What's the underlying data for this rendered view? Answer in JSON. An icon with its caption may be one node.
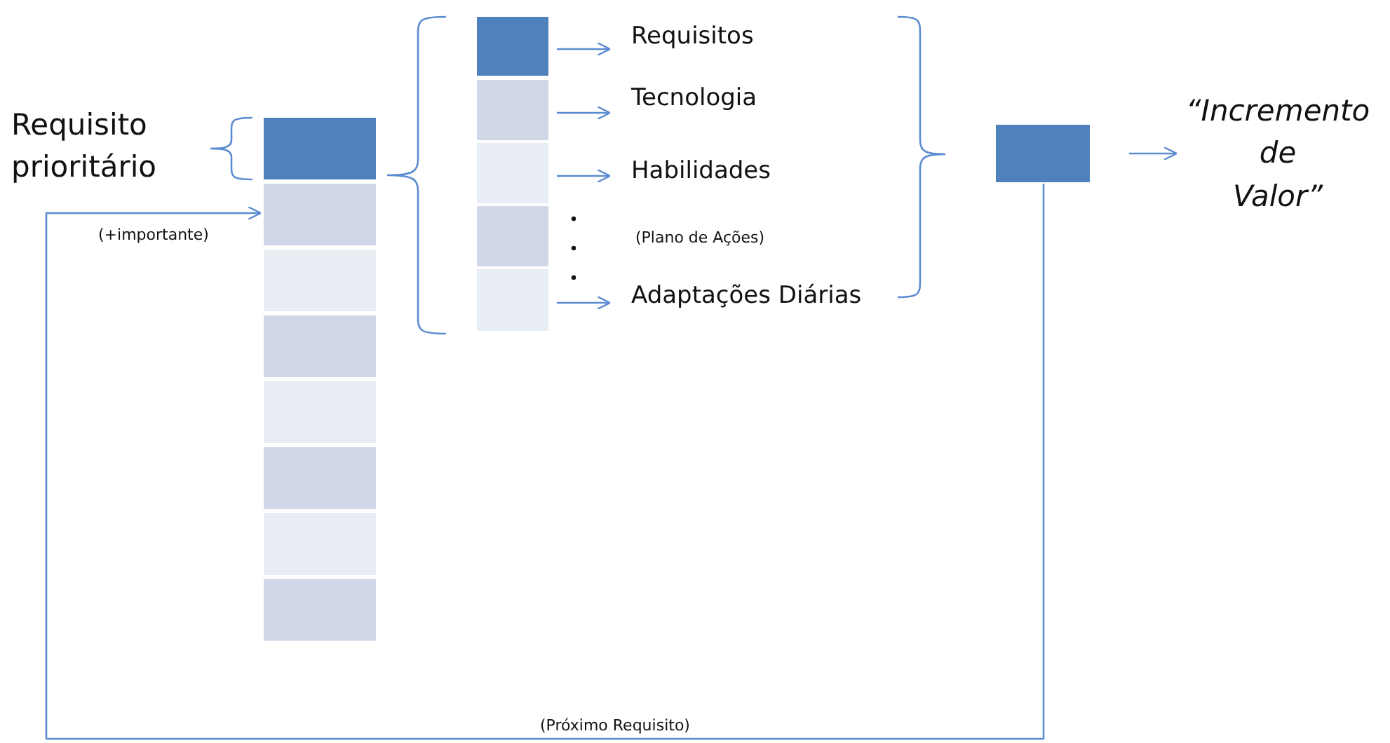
{
  "diagram": {
    "nodes": [
      {
        "text": [
          "Requisito prioritário"
        ]
      },
      {
        "text": [],
        "shape": "box"
      },
      {
        "text": [],
        "shape": "box"
      },
      {
        "text": [],
        "shape": "box"
      },
      {
        "text": [],
        "shape": "box"
      },
      {
        "text": [],
        "shape": "box"
      },
      {
        "text": [],
        "shape": "box"
      },
      {
        "text": [],
        "shape": "box"
      },
      {
        "text": [],
        "shape": "box"
      },
      {
        "text": [],
        "shape": "box"
      },
      {
        "text": [],
        "shape": "box"
      },
      {
        "text": [],
        "shape": "box"
      },
      {
        "text": [],
        "shape": "box"
      },
      {
        "text": [],
        "shape": "box"
      },
      {
        "text": [
          "Requisitos"
        ]
      },
      {
        "text": [
          "Tecnologia"
        ]
      },
      {
        "text": [
          "Habilidades"
        ]
      },
      {
        "text": [
          "Adaptações Diárias"
        ]
      },
      {
        "text": [],
        "shape": "box"
      },
      {
        "text": [
          "“Incremento de Valor”"
        ]
      }
    ],
    "edges": [
      {
        "from": 9,
        "to": 14,
        "arrow": "to"
      },
      {
        "from": 10,
        "to": 15,
        "arrow": "to"
      },
      {
        "from": 11,
        "to": 16,
        "arrow": "to"
      },
      {
        "from": 13,
        "to": 17,
        "arrow": "to"
      },
      {
        "from": 18,
        "to": 19,
        "arrow": "to"
      },
      {
        "from": 18,
        "to": 2,
        "label": "(Próximo Requisito)",
        "arrow": "to"
      }
    ],
    "labels": [
      "(+importante)",
      "(Plano de Ações)"
    ]
  }
}
